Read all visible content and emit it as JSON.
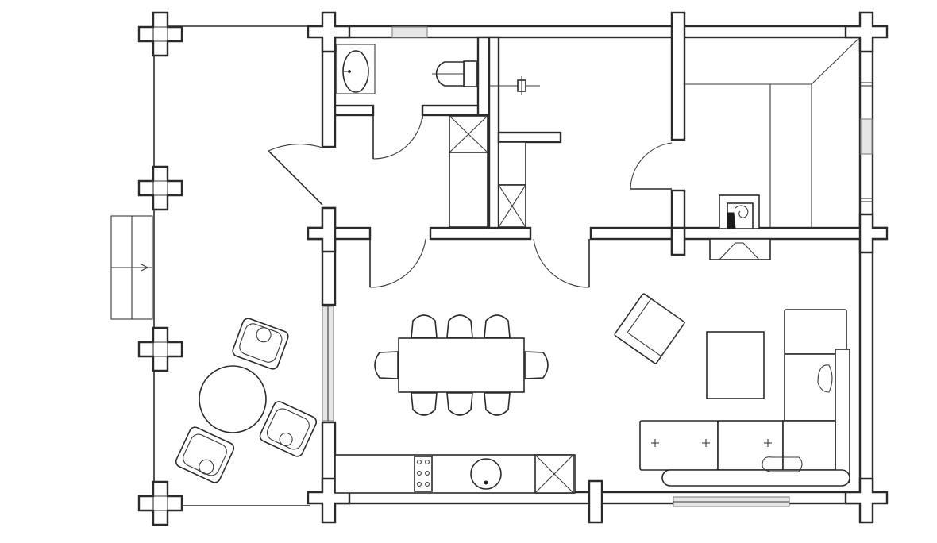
{
  "diagram": {
    "type": "floor-plan",
    "rooms": [
      "covered-terrace",
      "bathroom",
      "entrance-hall",
      "bedroom",
      "sauna",
      "living-dining-kitchen"
    ],
    "furniture": [
      "dining-table",
      "dining-chair",
      "round-table",
      "armchair",
      "corner-sofa",
      "coffee-table",
      "kitchen-counter",
      "sink",
      "stove",
      "toilet",
      "washbasin",
      "wardrobe",
      "sauna-stove",
      "sauna-bench"
    ],
    "colors": {
      "line": "#2b2b2b",
      "window": "#e6e6e6",
      "background": "#ffffff"
    }
  }
}
